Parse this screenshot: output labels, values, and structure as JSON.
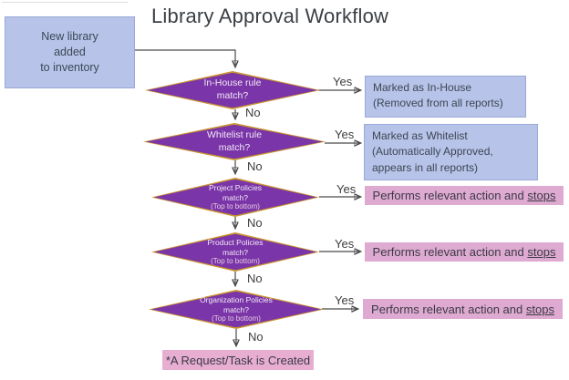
{
  "title": "Library Approval Workflow",
  "colors": {
    "info_fill": "#b7c3e8",
    "info_border": "#9aa9d8",
    "diamond_fill": "#7a35a8",
    "diamond_border": "#c9942e",
    "action_fill": "#dfaad1",
    "end_fill": "#e7aed2",
    "connector": "#4a4a4a"
  },
  "start_box": {
    "text": "New library\nadded\nto inventory"
  },
  "decisions": [
    {
      "question": "In-House rule\nmatch?",
      "sub": "",
      "yes_label": "Yes",
      "no_label": "No"
    },
    {
      "question": "Whitelist rule\nmatch?",
      "sub": "",
      "yes_label": "Yes",
      "no_label": "No"
    },
    {
      "question": "Project Policies\nmatch?",
      "sub": "(Top to bottom)",
      "yes_label": "Yes",
      "no_label": "No"
    },
    {
      "question": "Product Policies\nmatch?",
      "sub": "(Top to bottom)",
      "yes_label": "Yes",
      "no_label": "No"
    },
    {
      "question": "Organization Policies\nmatch?",
      "sub": "(Top to bottom)",
      "yes_label": "Yes",
      "no_label": "No"
    }
  ],
  "outcomes": [
    {
      "text": "Marked as In-House\n(Removed from all reports)"
    },
    {
      "text": "Marked as Whitelist\n(Automatically Approved,\nappears in all reports)"
    },
    {
      "text_prefix": "Performs relevant action and",
      "underlined": "stops"
    },
    {
      "text_prefix": "Performs relevant action and",
      "underlined": "stops"
    },
    {
      "text_prefix": "Performs relevant action and",
      "underlined": "stops"
    }
  ],
  "end_box": {
    "text": "*A Request/Task is Created"
  }
}
